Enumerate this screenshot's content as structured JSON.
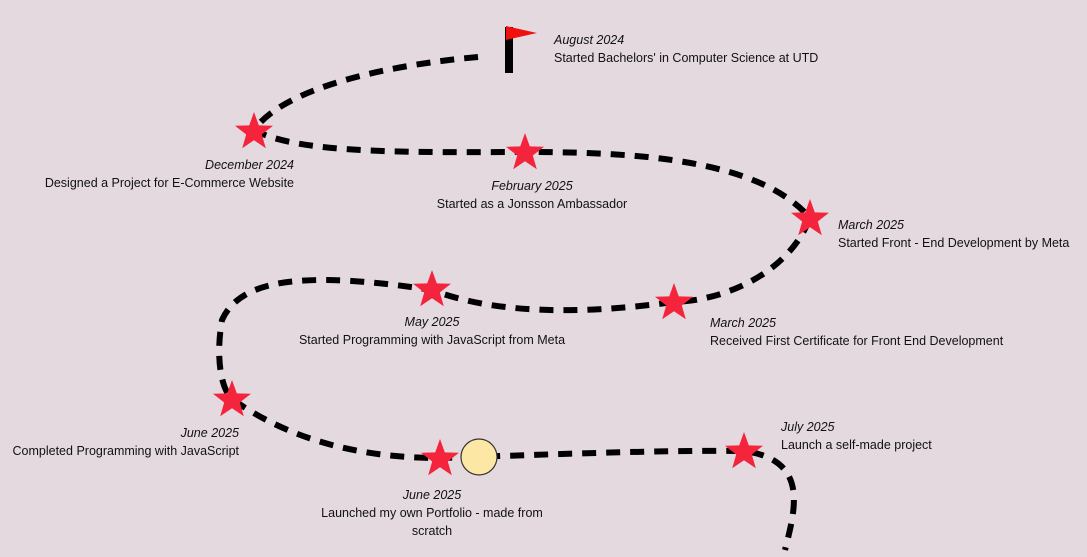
{
  "colors": {
    "background": "#e4d9df",
    "path": "#000000",
    "star": "#f5243d",
    "flag": "#f01010",
    "pole": "#000000",
    "marker": "#fde7a4"
  },
  "icons": {
    "start": "flag-icon",
    "milestone": "star-icon",
    "current": "circle-marker"
  },
  "timeline": {
    "start": {
      "date": "August 2024",
      "desc": "Started Bachelors' in Computer Science at UTD"
    },
    "milestones": [
      {
        "date": "December 2024",
        "desc": "Designed a Project for E-Commerce Website"
      },
      {
        "date": "February 2025",
        "desc": "Started as a Jonsson Ambassador"
      },
      {
        "date": "March 2025",
        "desc": "Started Front - End Development by Meta"
      },
      {
        "date": "March 2025",
        "desc": "Received First Certificate for Front End Development"
      },
      {
        "date": "May 2025",
        "desc": "Started Programming with JavaScript from Meta"
      },
      {
        "date": "June 2025",
        "desc": "Completed Programming with JavaScript"
      },
      {
        "date": "June 2025",
        "desc": "Launched my own Portfolio - made from scratch"
      },
      {
        "date": "July 2025",
        "desc": "Launch a self-made project"
      }
    ]
  }
}
